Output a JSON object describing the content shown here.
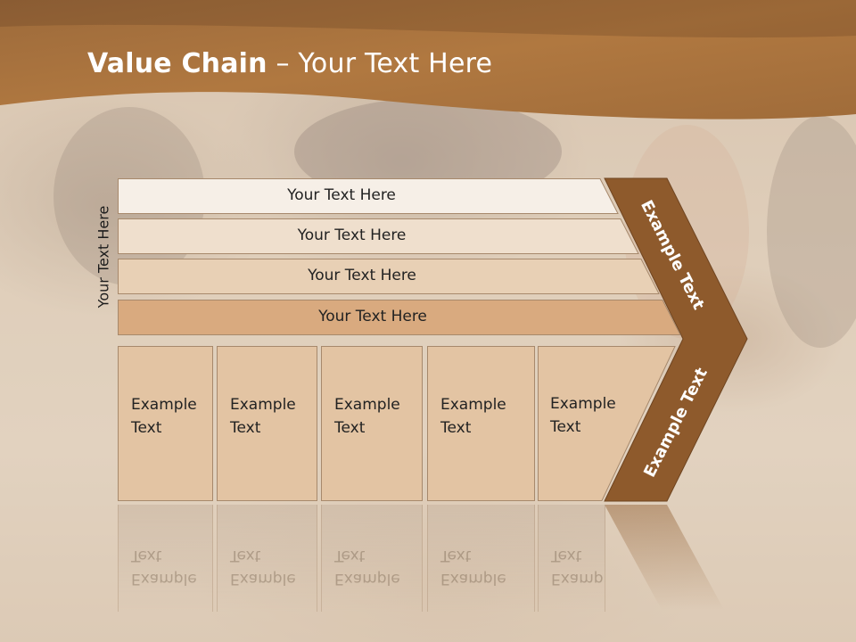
{
  "slide": {
    "title_bold": "Value Chain",
    "title_rest": " – Your Text Here",
    "side_label": "Your Text Here",
    "bars": [
      {
        "label": "Your Text Here"
      },
      {
        "label": "Your Text Here"
      },
      {
        "label": "Your Text Here"
      },
      {
        "label": "Your Text Here"
      }
    ],
    "columns": [
      {
        "label": "Example\nText"
      },
      {
        "label": "Example\nText"
      },
      {
        "label": "Example\nText"
      },
      {
        "label": "Example\nText"
      },
      {
        "label": "Example\nText"
      }
    ],
    "arrow_top_label": "Example Text",
    "arrow_bottom_label": "Example Text"
  },
  "colors": {
    "header": "#a8733f",
    "arrow": "#8e5a2c",
    "bar_1": "#f6efe7",
    "bar_2": "#efdfcd",
    "bar_3": "#e8d0b5",
    "bar_4": "#d9aa7f",
    "column": "#e3c4a3"
  }
}
